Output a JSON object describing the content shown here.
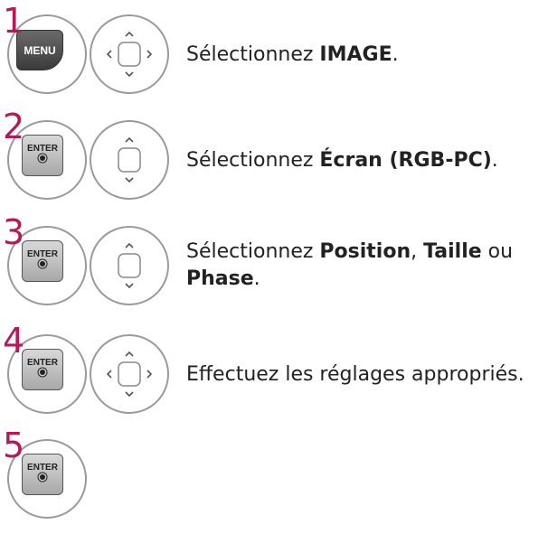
{
  "steps": [
    {
      "number": "1",
      "button": "MENU",
      "nav": "four-way",
      "prefix": "Sélectionnez ",
      "strong": "IMAGE",
      "suffix": "."
    },
    {
      "number": "2",
      "button": "ENTER",
      "nav": "up-down",
      "prefix": "Sélectionnez ",
      "strong": "Écran (RGB-PC)",
      "suffix": "."
    },
    {
      "number": "3",
      "button": "ENTER",
      "nav": "up-down",
      "prefix": "Sélectionnez ",
      "strong1": "Position",
      "sep1": ", ",
      "strong2": "Taille",
      "sep2": " ou",
      "strong3": "Phase",
      "suffix": "."
    },
    {
      "number": "4",
      "button": "ENTER",
      "nav": "four-way",
      "text": "Effectuez les réglages appropriés."
    },
    {
      "number": "5",
      "button": "ENTER"
    }
  ],
  "icons": {
    "enter_dot": "enter-dot-icon",
    "nav_four": "four-way-navigation-icon",
    "nav_updown": "up-down-navigation-icon"
  },
  "colors": {
    "step_number": "#b8185a",
    "circle_border": "#9a9a9a",
    "text": "#222222"
  }
}
